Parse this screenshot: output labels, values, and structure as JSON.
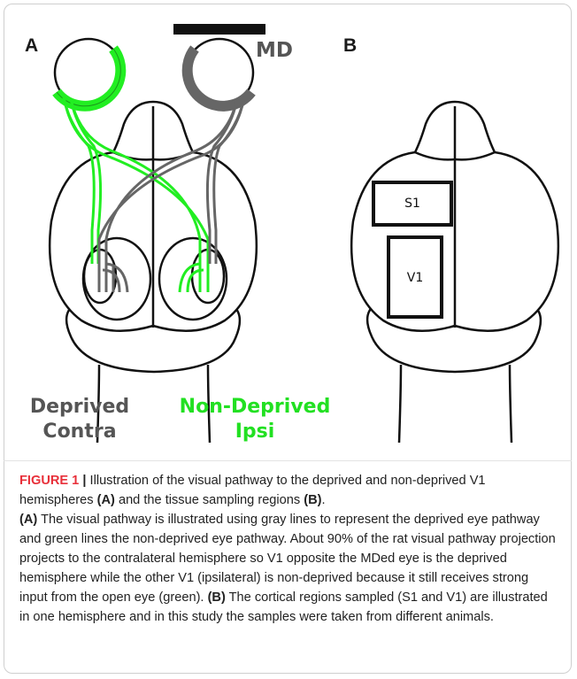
{
  "panels": {
    "a_label": "A",
    "b_label": "B"
  },
  "md_label": "MD",
  "legend": {
    "gray_line1": "Deprived",
    "gray_line2": "Contra",
    "green_line1": "Non-Deprived",
    "green_line2": "Ipsi"
  },
  "regions": {
    "s1": "S1",
    "v1": "V1"
  },
  "colors": {
    "deprived": "#666666",
    "non_deprived": "#22ee22",
    "title": "#e8303a"
  },
  "caption": {
    "title": "FIGURE 1",
    "separator": "|",
    "p1_text1": "Illustration of the visual pathway to the deprived and non-deprived V1 hemispheres",
    "p1_ref_a": "(A)",
    "p1_text2": "and the tissue sampling regions",
    "p1_ref_b": "(B)",
    "p1_end": ".",
    "p2_ref_a": "(A)",
    "p2_text": "The visual pathway is illustrated using gray lines to represent the deprived eye pathway and green lines the non-deprived eye pathway. About 90% of the rat visual pathway projection projects to the contralateral hemisphere so V1 opposite the MDed eye is the deprived hemisphere while the other V1 (ipsilateral) is non-deprived because it still receives strong input from the open eye (green).",
    "p3_ref_b": "(B)",
    "p3_text": "The cortical regions sampled (S1 and V1) are illustrated in one hemisphere and in this study the samples were taken from different animals."
  }
}
